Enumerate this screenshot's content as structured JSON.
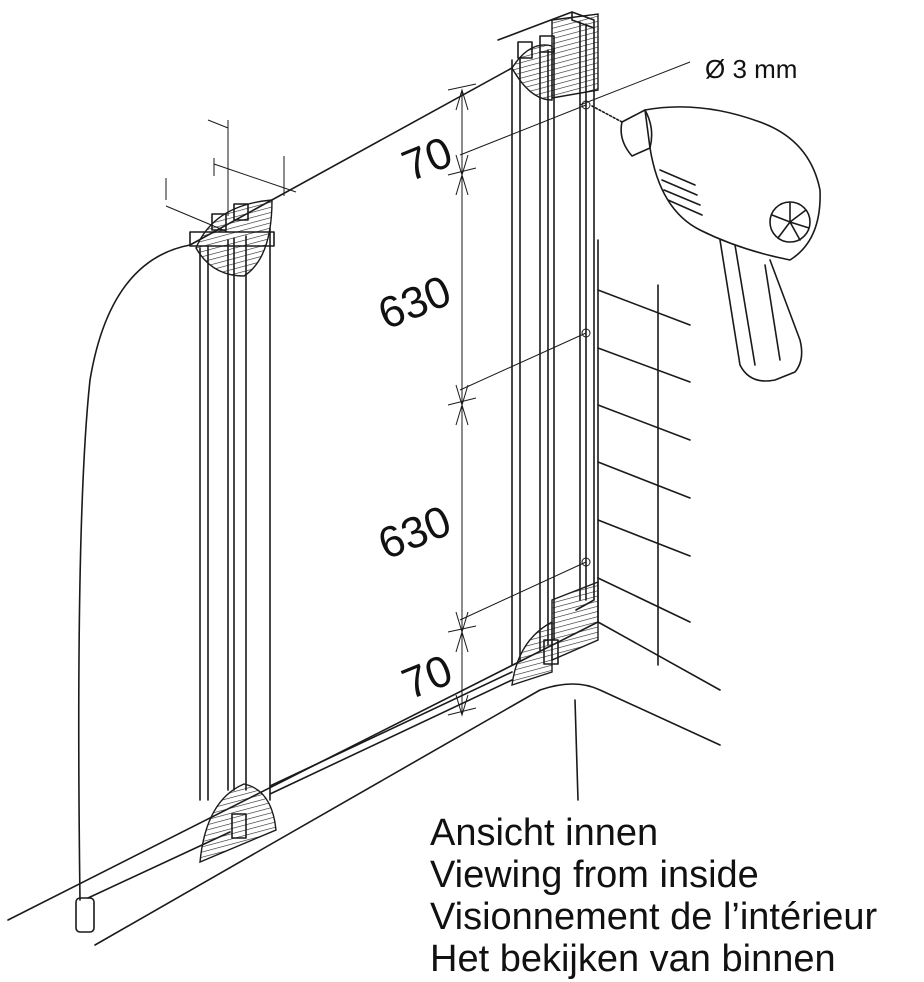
{
  "dimensions": {
    "top": "70",
    "upper": "630",
    "lower": "630",
    "bottom": "70",
    "drill_diameter": "Ø 3 mm"
  },
  "caption": {
    "line1": "Ansicht innen",
    "line2": "Viewing from inside",
    "line3": "Visionnement de l’intérieur",
    "line4": "Het bekijken van binnen"
  }
}
